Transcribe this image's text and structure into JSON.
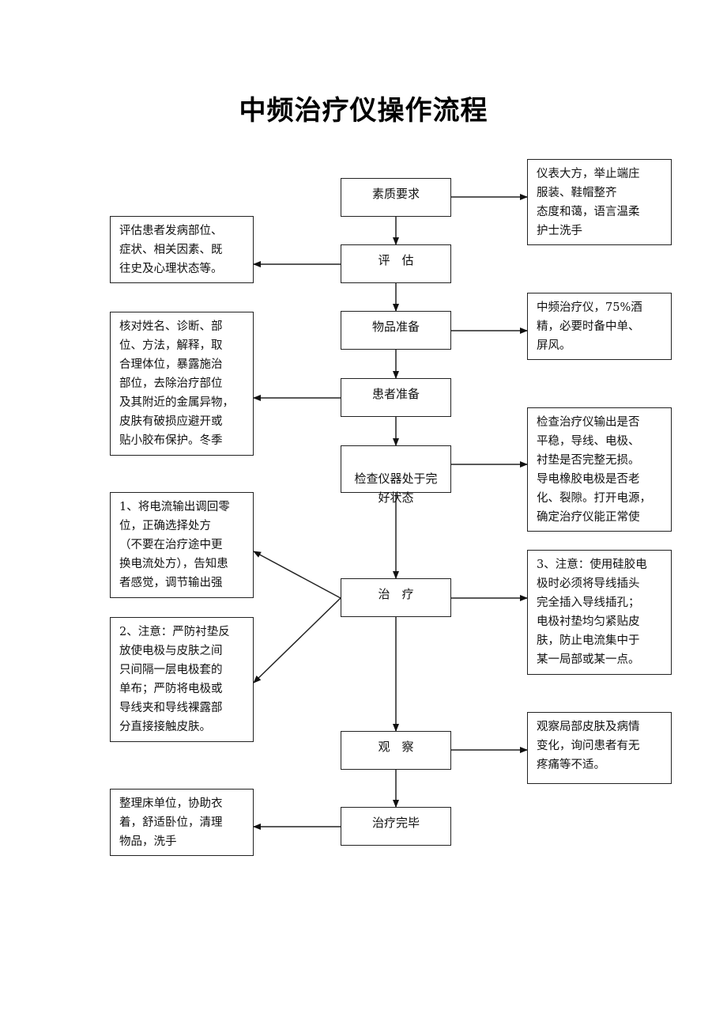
{
  "title": "中频治疗仪操作流程",
  "steps": [
    {
      "id": "quality",
      "label": "素质要求"
    },
    {
      "id": "assess",
      "label": "评　估"
    },
    {
      "id": "items",
      "label": "物品准备"
    },
    {
      "id": "patient",
      "label": "患者准备"
    },
    {
      "id": "check",
      "label": "检查仪器处于完\n好状态"
    },
    {
      "id": "treat",
      "label": "治　疗"
    },
    {
      "id": "observe",
      "label": "观　察"
    },
    {
      "id": "finish",
      "label": "治疗完毕"
    }
  ],
  "notes": {
    "quality": "仪表大方，举止端庄\n服装、鞋帽整齐\n态度和蔼，语言温柔\n护士洗手",
    "assess": "评估患者发病部位、\n症状、相关因素、既\n往史及心理状态等。",
    "items": "中频治疗仪，75%酒\n精，必要时备中单、\n屏风。",
    "patient": "核对姓名、诊断、部\n位、方法，解释，取\n合理体位，暴露施治\n部位，去除治疗部位\n及其附近的金属异物，\n皮肤有破损应避开或\n贴小胶布保护。冬季",
    "check": "检查治疗仪输出是否\n平稳，导线、电极、\n衬垫是否完整无损。\n导电橡胶电极是否老\n化、裂隙。打开电源，\n确定治疗仪能正常使",
    "treat_1": "1、将电流输出调回零\n位，正确选择处方\n（不要在治疗途中更\n换电流处方），告知患\n者感觉，调节输出强",
    "treat_2": "2、注意：严防衬垫反\n放使电极与皮肤之间\n只间隔一层电极套的\n单布；严防将电极或\n导线夹和导线裸露部\n分直接接触皮肤。",
    "treat_3": "3、注意：使用硅胶电\n极时必须将导线插头\n完全插入导线插孔；\n电极衬垫均匀紧贴皮\n肤，防止电流集中于\n某一局部或某一点。",
    "observe": "观察局部皮肤及病情\n变化，询问患者有无\n疼痛等不适。",
    "finish": "整理床单位，协助衣\n着，舒适卧位，清理\n物品，洗手"
  }
}
